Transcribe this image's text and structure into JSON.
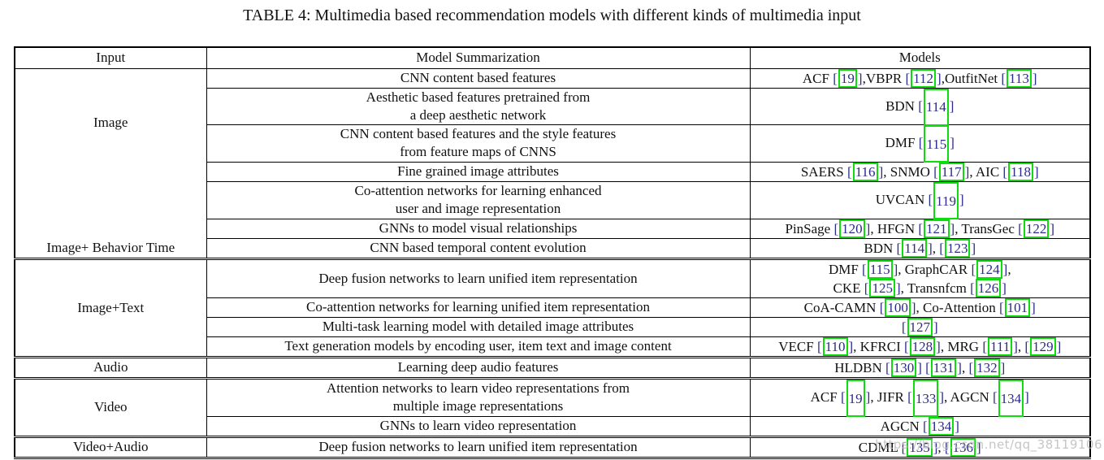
{
  "title": "TABLE 4: Multimedia based recommendation models with different kinds of multimedia input",
  "watermark": "https://blog.csdn.net/qq_38119106",
  "colors": {
    "box_green": "#0edc0e",
    "cite_blue": "#2b2b8a",
    "ink": "#111111",
    "watermark_gray": "#bcbcbc"
  },
  "table": {
    "header": {
      "input": "Input",
      "summary": "Model Summarization",
      "models": "Models"
    },
    "rows": [
      {
        "h": 23,
        "input": {
          "label": "Image",
          "rowspan": 6,
          "no_bottom": true,
          "bias_high": true
        },
        "summary": "CNN content based features",
        "models": [
          {
            "t": "ACF "
          },
          {
            "c": "19"
          },
          {
            "t": ",VBPR "
          },
          {
            "c": "112"
          },
          {
            "t": ",OutfitNet "
          },
          {
            "c": "113"
          }
        ]
      },
      {
        "h": 45,
        "summary": "Aesthetic based features pretrained from\na deep aesthetic network",
        "models": [
          {
            "t": "BDN "
          },
          {
            "c": "114",
            "tall": true
          }
        ]
      },
      {
        "h": 46,
        "summary": "CNN content based features and the style features\nfrom feature maps of CNNS",
        "models": [
          {
            "t": "DMF "
          },
          {
            "c": "115",
            "tall": true
          }
        ]
      },
      {
        "h": 23,
        "summary": "Fine grained image attributes",
        "models": [
          {
            "t": "SAERS "
          },
          {
            "c": "116"
          },
          {
            "t": ", SNMO "
          },
          {
            "c": "117"
          },
          {
            "t": ", AIC "
          },
          {
            "c": "118"
          }
        ]
      },
      {
        "h": 46,
        "summary": "Co-attention networks for learning enhanced\nuser and image representation",
        "models": [
          {
            "t": "UVCAN "
          },
          {
            "c": "119",
            "tall": true
          }
        ]
      },
      {
        "h": 23,
        "summary": "GNNs to model visual relationships",
        "models": [
          {
            "t": "PinSage "
          },
          {
            "c": "120"
          },
          {
            "t": ", HFGN "
          },
          {
            "c": "121"
          },
          {
            "t": ", TransGec "
          },
          {
            "c": "122"
          }
        ]
      },
      {
        "h": 24,
        "input": {
          "label": "Image+ Behavior Time",
          "rowspan": 1,
          "no_top": true
        },
        "summary": "CNN based temporal content evolution",
        "models": [
          {
            "t": "BDN "
          },
          {
            "c": "114"
          },
          {
            "t": ", "
          },
          {
            "c": "123"
          }
        ]
      },
      {
        "h": 46,
        "section_start": true,
        "input": {
          "label": "Image+Text",
          "rowspan": 4
        },
        "summary": "Deep fusion networks to learn unified item representation",
        "models": [
          {
            "t": "DMF "
          },
          {
            "c": "115"
          },
          {
            "t": ", GraphCAR "
          },
          {
            "c": "124"
          },
          {
            "t": ","
          },
          {
            "br": true
          },
          {
            "t": "CKE "
          },
          {
            "c": "125"
          },
          {
            "t": ", Transnfcm "
          },
          {
            "c": "126"
          }
        ]
      },
      {
        "h": 23,
        "summary": "Co-attention networks for learning unified item representation",
        "models": [
          {
            "t": "CoA-CAMN "
          },
          {
            "c": "100"
          },
          {
            "t": ", Co-Attention "
          },
          {
            "c": "101"
          }
        ]
      },
      {
        "h": 23,
        "summary": "Multi-task learning model with detailed image attributes",
        "models": [
          {
            "c": "127"
          }
        ]
      },
      {
        "h": 24,
        "summary": "Text generation models by encoding user, item text and image content",
        "models": [
          {
            "t": "VECF "
          },
          {
            "c": "110"
          },
          {
            "t": ", KFRCI "
          },
          {
            "c": "128"
          },
          {
            "t": ", MRG "
          },
          {
            "c": "111"
          },
          {
            "t": ", "
          },
          {
            "c": "129"
          }
        ]
      },
      {
        "h": 23,
        "section_start": true,
        "input": {
          "label": "Audio",
          "rowspan": 1
        },
        "summary": "Learning deep audio features",
        "models": [
          {
            "t": "HLDBN "
          },
          {
            "c": "130"
          },
          {
            "t": " "
          },
          {
            "c": "131"
          },
          {
            "t": ", "
          },
          {
            "c": "132"
          }
        ]
      },
      {
        "h": 47,
        "section_start": true,
        "input": {
          "label": "Video",
          "rowspan": 2
        },
        "summary": "Attention networks to learn video representations from\nmultiple image representations",
        "models": [
          {
            "t": "ACF "
          },
          {
            "c": "19",
            "tall": true
          },
          {
            "t": ", JIFR "
          },
          {
            "c": "133",
            "tall": true
          },
          {
            "t": ", AGCN "
          },
          {
            "c": "134",
            "tall": true
          }
        ]
      },
      {
        "h": 23,
        "summary": "GNNs to learn video representation",
        "models": [
          {
            "t": "AGCN "
          },
          {
            "c": "134"
          }
        ]
      },
      {
        "h": 25,
        "section_start": true,
        "input": {
          "label": "Video+Audio",
          "rowspan": 1
        },
        "summary": "Deep fusion networks to learn unified item representation",
        "models": [
          {
            "t": "CDML "
          },
          {
            "c": "135"
          },
          {
            "t": ", "
          },
          {
            "c": "136"
          }
        ]
      }
    ]
  }
}
